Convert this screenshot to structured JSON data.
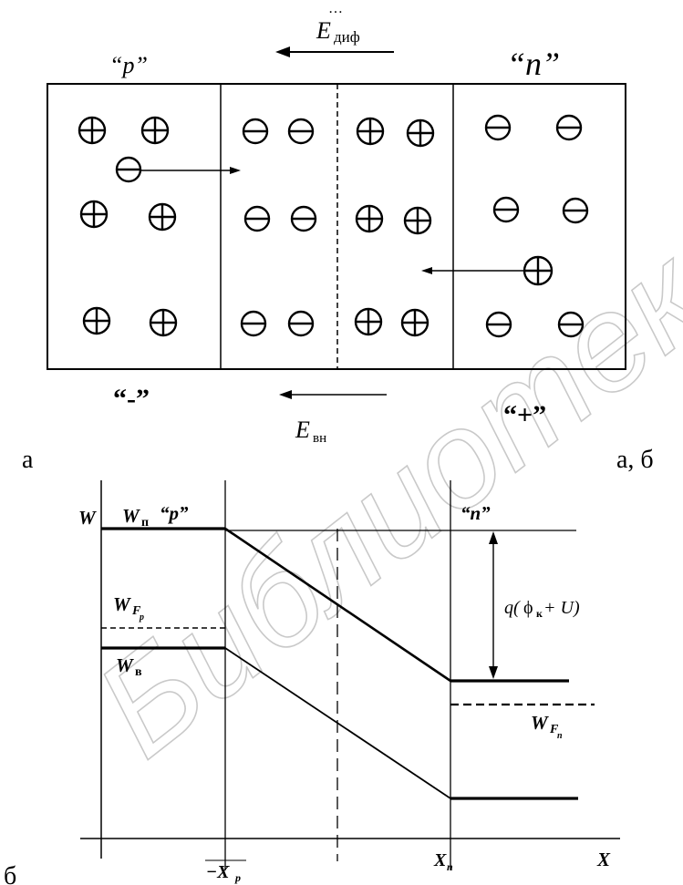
{
  "page_top_fragment": "…",
  "panel_a": {
    "label": "а",
    "p_region_label": "“p”",
    "n_region_label": "“n”",
    "minus_label": "“-”",
    "plus_label": "“+”",
    "e_dif": {
      "symbol": "E",
      "subscript": "диф"
    },
    "e_vn": {
      "symbol": "E",
      "subscript": "вн"
    },
    "right_caption": "а, б"
  },
  "panel_b": {
    "label": "б",
    "axis_w": "W",
    "axis_x": "X",
    "w_c": {
      "symbol": "W",
      "subscript": "п"
    },
    "p_label": "“p”",
    "n_label": "“n”",
    "w_fp": {
      "symbol": "W",
      "subscript": "F",
      "subsub": "p"
    },
    "w_v": {
      "symbol": "W",
      "subscript": "в"
    },
    "w_fn": {
      "symbol": "W",
      "subscript": "F",
      "subsub": "n"
    },
    "barrier": {
      "q": "q(",
      "phi": "ϕ",
      "phi_sub": "к",
      "rest": " + U)"
    },
    "neg_xp": {
      "symbol": "−X",
      "subscript": "p"
    },
    "xn": {
      "symbol": "X",
      "subscript": "n"
    }
  },
  "watermark": "Библиотека БГУИР",
  "charge_colors": {
    "line": "#000000",
    "background": "#ffffff",
    "watermark": "#c9c9c9"
  }
}
